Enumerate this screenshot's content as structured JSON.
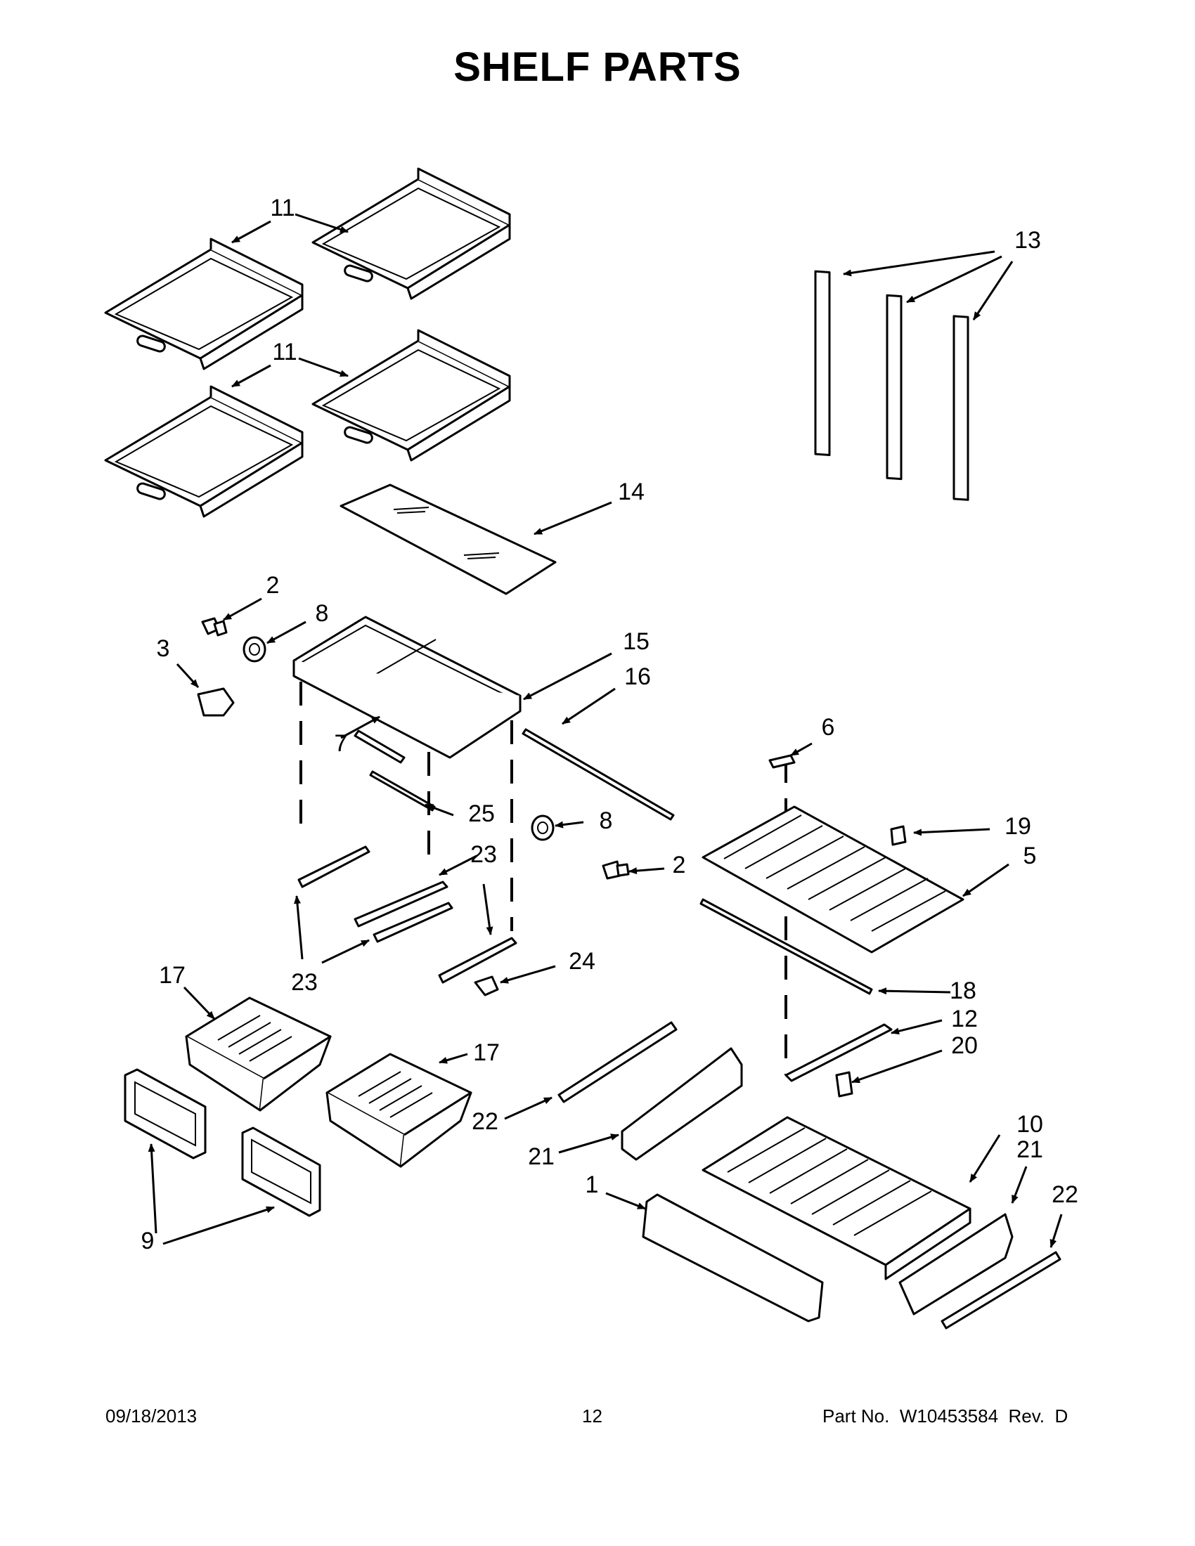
{
  "title": "SHELF PARTS",
  "footer": {
    "date": "09/18/2013",
    "page": "12",
    "part_number": "Part No.  W10453584  Rev.  D"
  },
  "callouts": {
    "c11a": "11",
    "c11b": "11",
    "c13": "13",
    "c14": "14",
    "c2a": "2",
    "c8a": "8",
    "c3": "3",
    "c15": "15",
    "c16": "16",
    "c7": "7",
    "c25": "25",
    "c8b": "8",
    "c6": "6",
    "c19": "19",
    "c2b": "2",
    "c5": "5",
    "c23a": "23",
    "c23b": "23",
    "c24": "24",
    "c18": "18",
    "c17a": "17",
    "c17b": "17",
    "c12": "12",
    "c20": "20",
    "c22a": "22",
    "c21a": "21",
    "c10": "10",
    "c21b": "21",
    "c1": "1",
    "c22b": "22",
    "c9": "9"
  }
}
